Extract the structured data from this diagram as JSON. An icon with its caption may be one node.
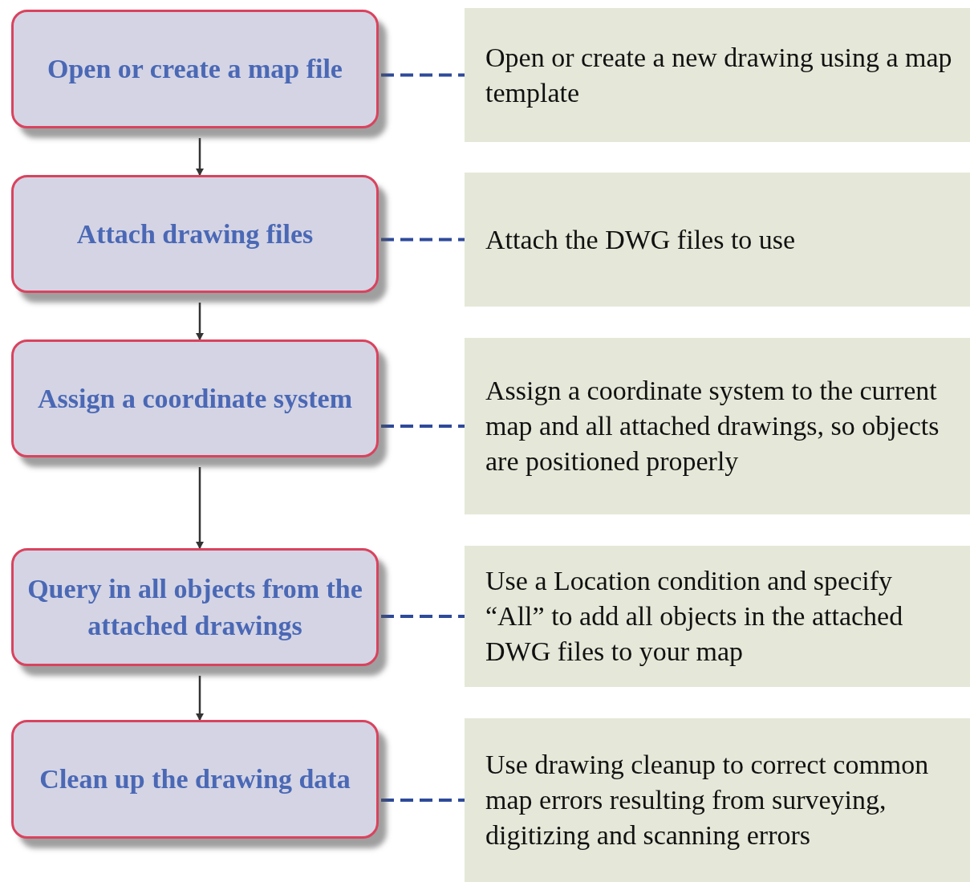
{
  "diagram": {
    "nodes": [
      {
        "text": [
          "Open or create a map file"
        ]
      },
      {
        "text": [
          "Open or create a new drawing using a map template"
        ]
      },
      {
        "text": [
          "Attach drawing files"
        ]
      },
      {
        "text": [
          "Attach the DWG files to use"
        ]
      },
      {
        "text": [
          "Assign a coordinate system"
        ]
      },
      {
        "text": [
          "Assign a coordinate system to the current map and all attached drawings, so objects are positioned properly"
        ]
      },
      {
        "text": [
          "Query in all objects from the attached drawings"
        ]
      },
      {
        "text": [
          "Use a Location condition and specify “All” to add all objects in the attached DWG files to your map"
        ]
      },
      {
        "text": [
          "Clean up the drawing data"
        ]
      },
      {
        "text": [
          "Use drawing cleanup to correct common map errors resulting from surveying, digitizing and scanning errors"
        ]
      }
    ],
    "edges": [
      {
        "from": 0,
        "to": 1,
        "arrow": "none",
        "style": "dashed"
      },
      {
        "from": 2,
        "to": 3,
        "arrow": "none",
        "style": "dashed"
      },
      {
        "from": 4,
        "to": 5,
        "arrow": "none",
        "style": "dashed"
      },
      {
        "from": 6,
        "to": 7,
        "arrow": "none",
        "style": "dashed"
      },
      {
        "from": 8,
        "to": 9,
        "arrow": "none",
        "style": "dashed"
      },
      {
        "from": 0,
        "to": 2,
        "arrow": "to",
        "color": "#333333"
      },
      {
        "from": 2,
        "to": 4,
        "arrow": "to",
        "color": "#333333"
      },
      {
        "from": 4,
        "to": 6,
        "arrow": "to",
        "color": "#333333"
      },
      {
        "from": 6,
        "to": 8,
        "arrow": "to",
        "color": "#333333"
      }
    ]
  }
}
